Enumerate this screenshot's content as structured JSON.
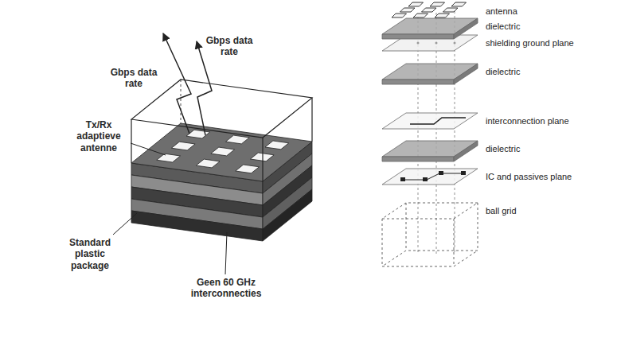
{
  "diagram": {
    "labels": [
      "Gbps data rate",
      "Gbps data rate",
      "Tx/Rx adaptieve antenne",
      "Standard plastic package",
      "Geen 60 GHz interconnecties",
      "antenna",
      "dielectric",
      "shielding ground plane",
      "dielectric",
      "interconnection plane",
      "dielectric",
      "IC and passives plane",
      "ball grid"
    ]
  }
}
